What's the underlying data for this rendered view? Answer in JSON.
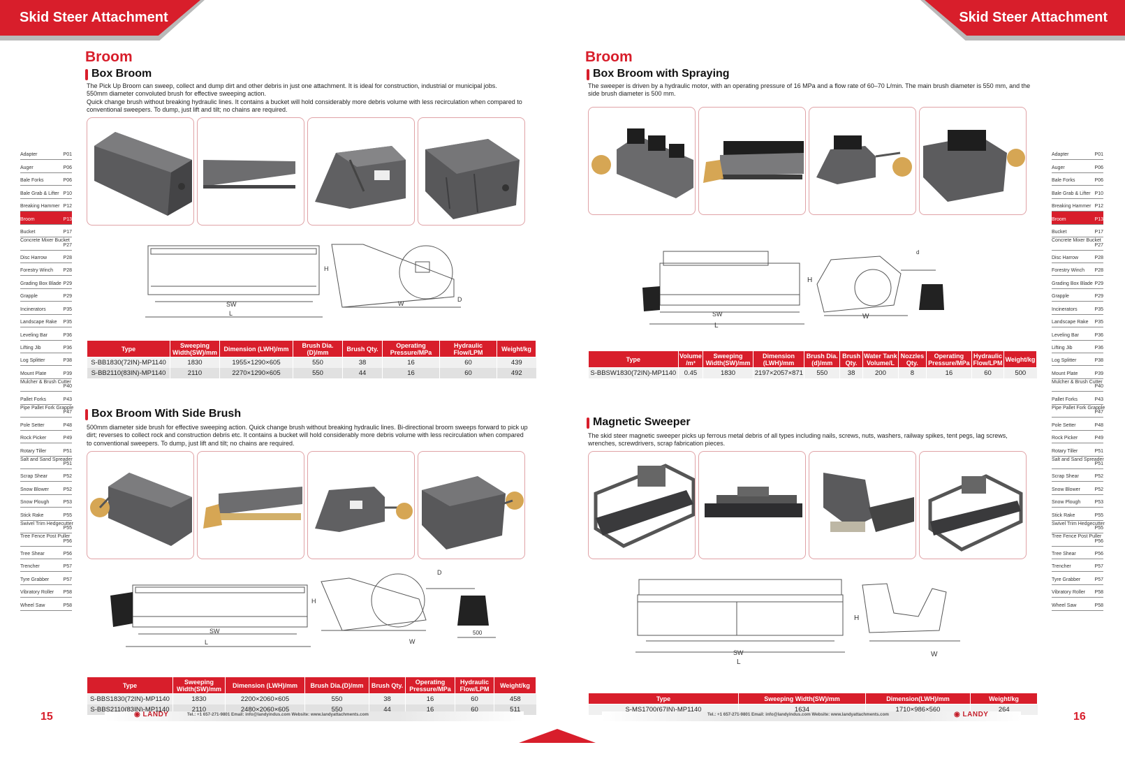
{
  "header": {
    "left_title": "Skid Steer Attachment",
    "right_title": "Skid Steer Attachment"
  },
  "left_page": {
    "category": "Broom",
    "page_number": "15",
    "sections": [
      {
        "title": "Box Broom",
        "description": [
          "The Pick Up Broom can sweep, collect and dump dirt and other debris in just one attachment. It is ideal for construction, industrial or municipal jobs.",
          "550mm diameter convoluted brush for effective sweeping action.",
          "Quick change brush without breaking hydraulic lines. It contains a bucket will hold considerably more debris volume with less recirculation when compared to conventional sweepers. To dump, just lift and tilt; no chains are required."
        ],
        "drawing_labels": {
          "sw": "SW",
          "l": "L",
          "h": "H",
          "w": "W",
          "d": "D"
        },
        "table": {
          "headers": [
            "Type",
            "Sweeping Width(SW)/mm",
            "Dimension (LWH)/mm",
            "Brush Dia.(D)/mm",
            "Brush Qty.",
            "Operating Pressure/MPa",
            "Hydraulic Flow/LPM",
            "Weight/kg"
          ],
          "rows": [
            [
              "S-BB1830(72IN)-MP1140",
              "1830",
              "1955×1290×605",
              "550",
              "38",
              "16",
              "60",
              "439"
            ],
            [
              "S-BB2110(83IN)-MP1140",
              "2110",
              "2270×1290×605",
              "550",
              "44",
              "16",
              "60",
              "492"
            ]
          ]
        }
      },
      {
        "title": "Box Broom With Side Brush",
        "description": [
          "500mm diameter side brush for effective sweeping action. Quick change brush without breaking hydraulic lines. Bi-directional broom sweeps forward to pick up dirt; reverses to collect rock and construction debris etc. It contains a bucket will hold considerably more debris volume with less recirculation when compared to conventional sweepers. To dump, just lift and tilt; no chains are required."
        ],
        "drawing_labels": {
          "sw": "SW",
          "l": "L",
          "h": "H",
          "w": "W",
          "d": "D",
          "side": "500"
        },
        "table": {
          "headers": [
            "Type",
            "Sweeping Width(SW)/mm",
            "Dimension (LWH)/mm",
            "Brush Dia.(D)/mm",
            "Brush Qty.",
            "Operating Pressure/MPa",
            "Hydraulic Flow/LPM",
            "Weight/kg"
          ],
          "rows": [
            [
              "S-BBS1830(72IN)-MP1140",
              "1830",
              "2200×2060×605",
              "550",
              "38",
              "16",
              "60",
              "458"
            ],
            [
              "S-BBS2110(83IN)-MP1140",
              "2110",
              "2480×2060×605",
              "550",
              "44",
              "16",
              "60",
              "511"
            ]
          ]
        }
      }
    ],
    "footer": "Tel.: +1 657-271-9801     Email: info@landyindus.com     Website: www.landyattachments.com"
  },
  "right_page": {
    "category": "Broom",
    "page_number": "16",
    "sections": [
      {
        "title": "Box Broom with Spraying",
        "description": [
          "The sweeper is driven by a hydraulic motor, with an operating pressure of 16 MPa and a flow rate of 60–70 L/min. The main brush diameter is 550 mm, and the side brush diameter is 500 mm."
        ],
        "drawing_labels": {
          "sw": "SW",
          "l": "L",
          "h": "H",
          "w": "W",
          "d": "d"
        },
        "table": {
          "headers": [
            "Type",
            "Volume /m³",
            "Sweeping Width(SW)/mm",
            "Dimension (LWH)/mm",
            "Brush Dia.(d)/mm",
            "Brush Qty.",
            "Water Tank Volume/L",
            "Nozzles Qty.",
            "Operating Pressure/MPa",
            "Hydraulic Flow/LPM",
            "Weight/kg"
          ],
          "rows": [
            [
              "S-BBSW1830(72IN)-MP1140",
              "0.45",
              "1830",
              "2197×2057×871",
              "550",
              "38",
              "200",
              "8",
              "16",
              "60",
              "500"
            ]
          ]
        }
      },
      {
        "title": "Magnetic Sweeper",
        "description": [
          "The skid steer magnetic sweeper picks up ferrous metal debris of all types including nails, screws, nuts, washers, railway spikes, tent pegs, lag screws, wrenches, screwdrivers, scrap fabrication pieces."
        ],
        "drawing_labels": {
          "sw": "SW",
          "l": "L",
          "h": "H",
          "w": "W"
        },
        "table": {
          "headers": [
            "Type",
            "Sweeping Width(SW)/mm",
            "Dimension(LWH)/mm",
            "Weight/kg"
          ],
          "rows": [
            [
              "S-MS1700(67IN)-MP1140",
              "1634",
              "1710×986×560",
              "264"
            ]
          ]
        }
      }
    ],
    "footer": "Tel.: +1 657-271-9801     Email: info@landyindus.com     Website: www.landyattachments.com"
  },
  "brand": {
    "logo_text": "LANDY"
  },
  "colors": {
    "accent": "#d81e2b",
    "row_light": "#f0f0f0",
    "row_dark": "#e1e1e1"
  },
  "index": [
    {
      "name": "Adapter",
      "page": "P01"
    },
    {
      "name": "Auger",
      "page": "P06"
    },
    {
      "name": "Bale Forks",
      "page": "P06"
    },
    {
      "name": "Bale Grab & Lifter",
      "page": "P10"
    },
    {
      "name": "Breaking Hammer",
      "page": "P12"
    },
    {
      "name": "Broom",
      "page": "P13",
      "active": true
    },
    {
      "name": "Bucket",
      "page": "P17"
    },
    {
      "name": "Concrete Mixer Bucket",
      "page": "P27",
      "two_line": true
    },
    {
      "name": "Disc Harrow",
      "page": "P28"
    },
    {
      "name": "Forestry Winch",
      "page": "P28"
    },
    {
      "name": "Grading Box Blade",
      "page": "P29"
    },
    {
      "name": "Grapple",
      "page": "P29"
    },
    {
      "name": "Incinerators",
      "page": "P35"
    },
    {
      "name": "Landscape Rake",
      "page": "P35"
    },
    {
      "name": "Leveling Bar",
      "page": "P36"
    },
    {
      "name": "Lifting Jib",
      "page": "P36"
    },
    {
      "name": "Log Splitter",
      "page": "P38"
    },
    {
      "name": "Mount Plate",
      "page": "P39"
    },
    {
      "name": "Mulcher & Brush Cutter",
      "page": "P40",
      "two_line": true
    },
    {
      "name": "Pallet Forks",
      "page": "P43"
    },
    {
      "name": "Pipe Pallet Fork Grapple",
      "page": "P47",
      "two_line": true
    },
    {
      "name": "Pole Setter",
      "page": "P48"
    },
    {
      "name": "Rock Picker",
      "page": "P49"
    },
    {
      "name": "Rotary Tiller",
      "page": "P51"
    },
    {
      "name": "Salt and Sand Spreader",
      "page": "P51",
      "two_line": true
    },
    {
      "name": "Scrap Shear",
      "page": "P52"
    },
    {
      "name": "Snow Blower",
      "page": "P52"
    },
    {
      "name": "Snow Plough",
      "page": "P53"
    },
    {
      "name": "Stick Rake",
      "page": "P55"
    },
    {
      "name": "Swivel Trim Hedgecutter",
      "page": "P55",
      "two_line": true
    },
    {
      "name": "Tree Fence Post Puller",
      "page": "P56",
      "two_line": true
    },
    {
      "name": "Tree Shear",
      "page": "P56"
    },
    {
      "name": "Trencher",
      "page": "P57"
    },
    {
      "name": "Tyre Grabber",
      "page": "P57"
    },
    {
      "name": "Vibratory Roller",
      "page": "P58"
    },
    {
      "name": "Wheel Saw",
      "page": "P58"
    }
  ]
}
